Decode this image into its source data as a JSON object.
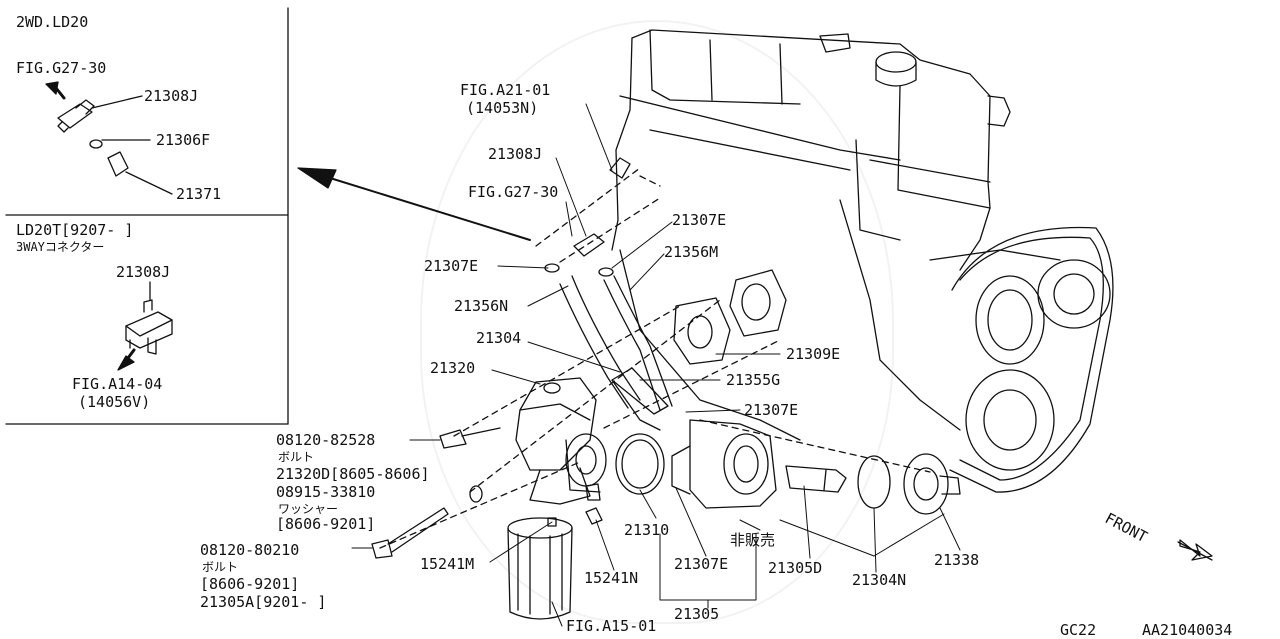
{
  "insets": {
    "top": {
      "variant": "2WD.LD20",
      "ref": "FIG.G27-30",
      "parts": [
        "21308J",
        "21306F",
        "21371"
      ]
    },
    "bottom": {
      "variant": "LD20T[9207-       ]",
      "note": "3WAYコネクター",
      "part": "21308J",
      "ref": "FIG.A14-04",
      "ref_code": "(14056V)"
    }
  },
  "callouts": {
    "fig_a21": "FIG.A21-01",
    "fig_a21_code": "(14053N)",
    "p21308j": "21308J",
    "fig_g27": "FIG.G27-30",
    "p21307e_left": "21307E",
    "p21307e_right": "21307E",
    "p21356m": "21356M",
    "p21356n": "21356N",
    "p21304": "21304",
    "p21309e": "21309E",
    "p21320": "21320",
    "p21355g": "21355G",
    "p21307e_mid": "21307E",
    "bolt1_part": "08120-82528",
    "bolt1_name": "ボルト",
    "bolt1_alt": "21320D[8605-8606]",
    "washer_part": "08915-33810",
    "washer_name": "ワッシャー",
    "washer_range": "[8606-9201]",
    "bolt2_part": "08120-80210",
    "bolt2_name": "ボルト",
    "bolt2_range": "[8606-9201]",
    "bolt2_alt": "21305A[9201-      ]",
    "p15241m": "15241M",
    "p15241n": "15241N",
    "p21310": "21310",
    "p21307e_low": "21307E",
    "not_sold": "非販売",
    "p21305d": "21305D",
    "p21304n": "21304N",
    "p21338": "21338",
    "p21305": "21305",
    "fig_a15": "FIG.A15-01",
    "front": "FRONT"
  },
  "footer": {
    "model": "GC22",
    "illustration_code": "AA21040034"
  }
}
